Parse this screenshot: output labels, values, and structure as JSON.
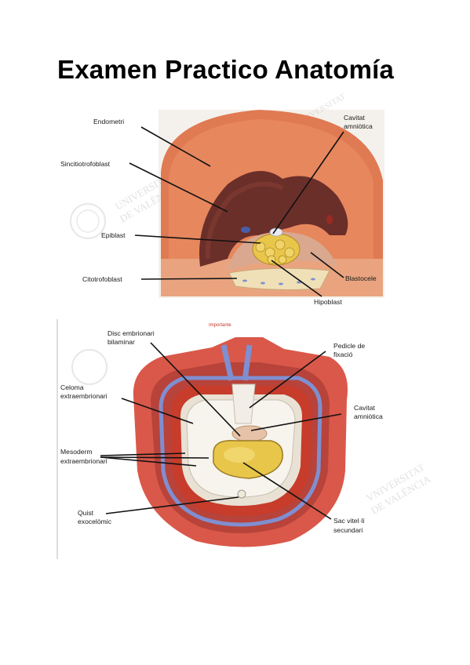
{
  "document": {
    "title": "Examen Practico Anatomía"
  },
  "figure1": {
    "labels": {
      "endometri": "Endometri",
      "sincitiotrofoblast": "Sincitiotrofoblast",
      "epiblast": "Epiblast",
      "citotrofoblast": "Citotrofoblast",
      "cavitat_amniotica_line1": "Cavitat",
      "cavitat_amniotica_line2": "amniòtica",
      "blastocele": "Blastocele",
      "hipoblast": "Hipoblast"
    },
    "watermark_line1": "UNIVERSITAT",
    "watermark_line2": "DE VALÈNCIA"
  },
  "figure2": {
    "tag": "Importante",
    "labels": {
      "disc_line1": "Disc embrionari",
      "disc_line2": "bilaminar",
      "pedicle_line1": "Pedicle de",
      "pedicle_line2": "fixació",
      "celoma_line1": "Celoma",
      "celoma_line2": "extraembrionari",
      "cavitat_line1": "Cavitat",
      "cavitat_line2": "amniòtica",
      "mesoderm_line1": "Mesoderm",
      "mesoderm_line2": "extraembrionari",
      "quist_line1": "Quist",
      "quist_line2": "exocelòmic",
      "sac_line1": "Sac vitel·lí",
      "sac_line2": "secundari"
    },
    "watermark_line1": "VNIVERSITAT",
    "watermark_line2": "DE VALÈNCIA"
  },
  "colors": {
    "endometrium": "#e07a52",
    "syncytio": "#6b2f2a",
    "yolk": "#e8c64a",
    "mesoderm": "#f2ede6",
    "vessel": "#7f8fd0",
    "tissue_red": "#c73c2a"
  }
}
